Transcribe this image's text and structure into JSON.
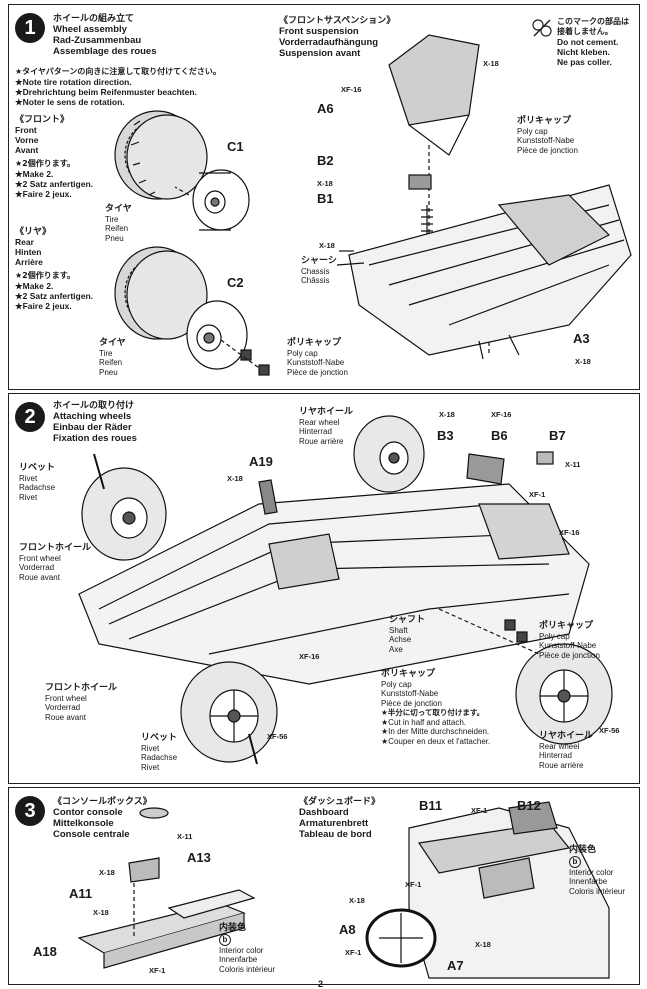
{
  "step1": {
    "number": "1",
    "title_jp": "ホイールの組み立て",
    "title_en": "Wheel assembly",
    "title_de": "Rad-Zusammenbau",
    "title_fr": "Assemblage des roues",
    "note_jp": "★タイヤパターンの向きに注意して取り付けてください。",
    "note_en": "★Note tire rotation direction.",
    "note_de": "★Drehrichtung beim Reifenmuster beachten.",
    "note_fr": "★Noter le sens de rotation.",
    "front": {
      "jp": "《フロント》",
      "en": "Front",
      "de": "Vorne",
      "fr": "Avant",
      "make_jp": "★2個作ります。",
      "make_en": "★Make 2.",
      "make_de": "★2 Satz anfertigen.",
      "make_fr": "★Faire 2 jeux."
    },
    "rear": {
      "jp": "《リヤ》",
      "en": "Rear",
      "de": "Hinten",
      "fr": "Arrière",
      "make_jp": "★2個作ります。",
      "make_en": "★Make 2.",
      "make_de": "★2 Satz anfertigen.",
      "make_fr": "★Faire 2 jeux."
    },
    "tire": {
      "jp": "タイヤ",
      "en": "Tire",
      "de": "Reifen",
      "fr": "Pneu"
    },
    "polycap": {
      "jp": "ポリキャップ",
      "en": "Poly cap",
      "de": "Kunststoff-Nabe",
      "fr": "Pièce de jonction"
    },
    "parts": {
      "c1": "C1",
      "c2": "C2"
    },
    "suspension": {
      "jp": "《フロントサスペンション》",
      "en": "Front suspension",
      "de": "Vorderradaufhängung",
      "fr": "Suspension avant"
    },
    "nocement": {
      "jp1": "このマークの部品は",
      "jp2": "接着しません。",
      "en": "Do not cement.",
      "de": "Nicht kleben.",
      "fr": "Ne pas coller."
    },
    "chassis": {
      "jp": "シャーシ",
      "en": "Chassis",
      "fr": "Châssis"
    },
    "susp_parts": {
      "a6": "A6",
      "b2": "B2",
      "b1": "B1",
      "a3": "A3"
    },
    "susp_screws": {
      "x18": "X-18",
      "xf16": "XF-16"
    }
  },
  "step2": {
    "number": "2",
    "title_jp": "ホイールの取り付け",
    "title_en": "Attaching wheels",
    "title_de": "Einbau der Räder",
    "title_fr": "Fixation des roues",
    "rivet": {
      "jp": "リベット",
      "en": "Rivet",
      "de": "Radachse",
      "fr": "Rivet"
    },
    "front_wheel": {
      "jp": "フロントホイール",
      "en": "Front wheel",
      "de": "Vorderrad",
      "fr": "Roue avant"
    },
    "rear_wheel": {
      "jp": "リヤホイール",
      "en": "Rear wheel",
      "de": "Hinterrad",
      "fr": "Roue arrière"
    },
    "shaft": {
      "jp": "シャフト",
      "en": "Shaft",
      "de": "Achse",
      "fr": "Axe"
    },
    "polycap": {
      "jp": "ポリキャップ",
      "en": "Poly cap",
      "de": "Kunststoff-Nabe",
      "fr": "Pièce de jonction"
    },
    "cut": {
      "jp": "★半分に切って取り付けます。",
      "en": "★Cut in half and attach.",
      "de": "★In der Mitte durchschneiden.",
      "fr": "★Couper en deux et l'attacher."
    },
    "parts": {
      "a19": "A19",
      "b3": "B3",
      "b6": "B6",
      "b7": "B7"
    },
    "screws": {
      "x18": "X-18",
      "xf16": "XF-16",
      "x11": "X-11",
      "xf1": "XF-1",
      "xf56": "XF-56"
    }
  },
  "step3": {
    "number": "3",
    "console": {
      "jp": "《コンソールボックス》",
      "en": "Contor console",
      "de": "Mittelkonsole",
      "fr": "Console centrale"
    },
    "dashboard": {
      "jp": "《ダッシュボード》",
      "en": "Dashboard",
      "de": "Armaturenbrett",
      "fr": "Tableau de bord"
    },
    "interior": {
      "jp": "内装色",
      "code": "b",
      "en": "Interior color",
      "de": "Innenfarbe",
      "fr": "Coloris intérieur"
    },
    "parts": {
      "a13": "A13",
      "a11": "A11",
      "a18": "A18",
      "b11": "B11",
      "b12": "B12",
      "a8": "A8",
      "a7": "A7"
    },
    "screws": {
      "x11": "X-11",
      "x18": "X-18",
      "xf1": "XF-1"
    }
  },
  "footer": {
    "page": "2"
  }
}
